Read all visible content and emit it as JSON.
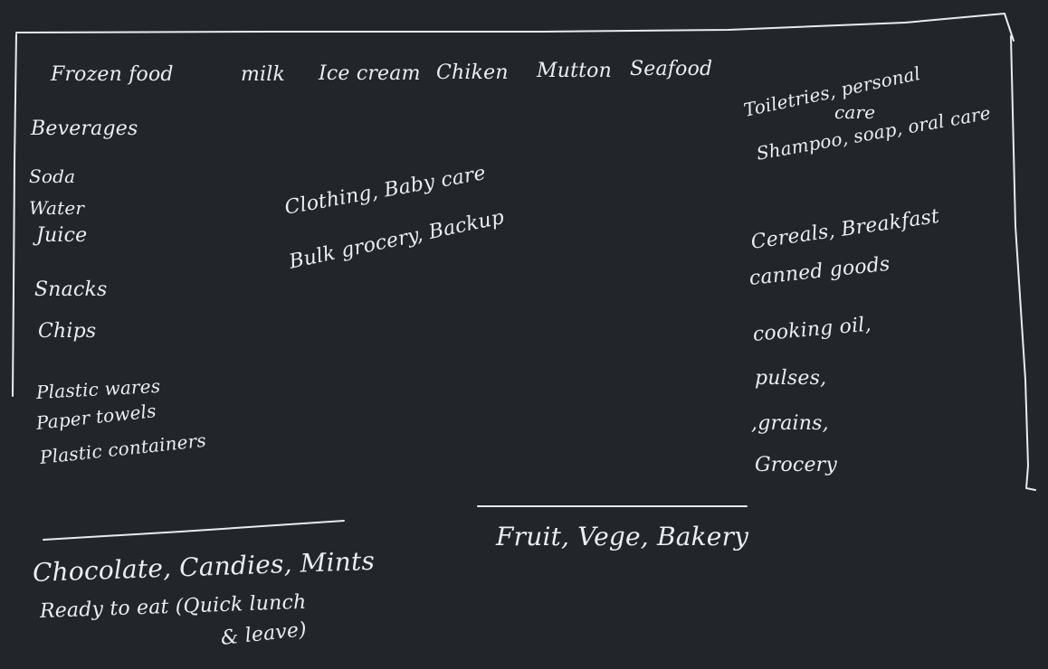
{
  "top_row": {
    "frozen": "Frozen food",
    "milk": "milk",
    "icecream": "Ice cream",
    "chicken": "Chiken",
    "mutton": "Mutton",
    "seafood": "Seafood"
  },
  "left_column": {
    "heading": "Beverages",
    "soda": "Soda",
    "water": "Water",
    "juice": "Juice",
    "snacks": "Snacks",
    "chips": "Chips",
    "plastic_wares": "Plastic wares",
    "paper_towels": "Paper towels",
    "plastic_containers": "Plastic containers"
  },
  "center": {
    "line1": "Clothing, Baby care",
    "line2": "Bulk grocery, Backup"
  },
  "right_column": {
    "toiletries": "Toiletries, personal",
    "care": "care",
    "shampoo": "Shampoo, soap, oral care",
    "cereals": "Cereals, Breakfast",
    "canned": "canned goods",
    "oil": "cooking oil,",
    "pulses": "pulses,",
    "grains": ",grains,",
    "grocery": "Grocery"
  },
  "bottom_left": {
    "line1": "Chocolate, Candies, Mints",
    "line2": "Ready to eat (Quick lunch",
    "line3": "& leave)"
  },
  "bottom_center": {
    "label": "Fruit, Vege, Bakery"
  }
}
